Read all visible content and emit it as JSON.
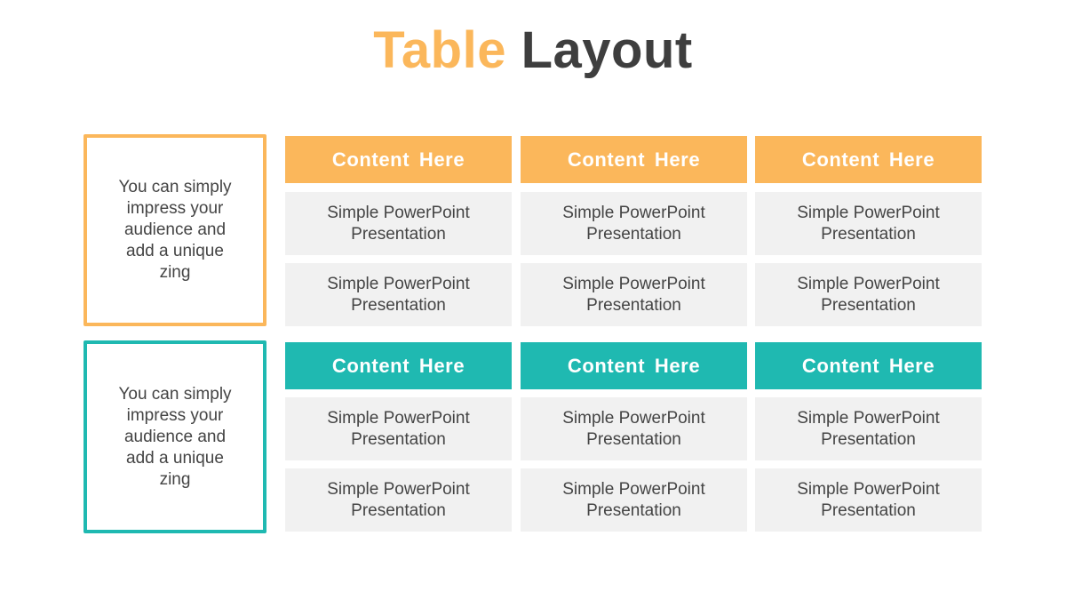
{
  "title": {
    "word1": "Table",
    "word2": "Layout"
  },
  "colors": {
    "orange": "#FBB75B",
    "teal": "#1FB9B1",
    "cell_bg": "#F1F1F1",
    "text": "#444444"
  },
  "groups": [
    {
      "side_text": "You can simply impress your audience and add a unique zing",
      "headers": [
        "Content  Here",
        "Content  Here",
        "Content  Here"
      ],
      "rows": [
        [
          "Simple PowerPoint Presentation",
          "Simple PowerPoint Presentation",
          "Simple PowerPoint Presentation"
        ],
        [
          "Simple PowerPoint Presentation",
          "Simple PowerPoint Presentation",
          "Simple PowerPoint Presentation"
        ]
      ]
    },
    {
      "side_text": "You can simply impress your audience and add a unique zing",
      "headers": [
        "Content  Here",
        "Content  Here",
        "Content  Here"
      ],
      "rows": [
        [
          "Simple PowerPoint Presentation",
          "Simple PowerPoint Presentation",
          "Simple PowerPoint Presentation"
        ],
        [
          "Simple PowerPoint Presentation",
          "Simple PowerPoint Presentation",
          "Simple PowerPoint Presentation"
        ]
      ]
    }
  ]
}
